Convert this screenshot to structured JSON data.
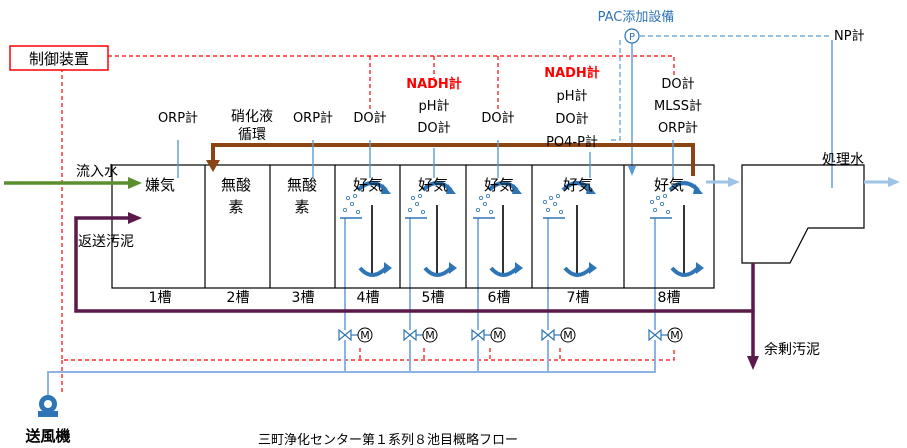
{
  "controller": {
    "label": "制御装置"
  },
  "blower": {
    "label": "送風機",
    "icon": "blower-icon"
  },
  "pac": {
    "label": "PAC添加設備",
    "pump_symbol": "P"
  },
  "np_meter": {
    "label": "NP計"
  },
  "flows": {
    "influent": "流入水",
    "return_sludge": "返送汚泥",
    "nitrified_liquor_line1": "硝化液",
    "nitrified_liquor_line2": "循環",
    "treated_water": "処理水",
    "excess_sludge": "余剰汚泥"
  },
  "tanks": [
    {
      "number": "1槽",
      "type_line1": "嫌気",
      "type_line2": ""
    },
    {
      "number": "2槽",
      "type_line1": "無酸",
      "type_line2": "素"
    },
    {
      "number": "3槽",
      "type_line1": "無酸",
      "type_line2": "素"
    },
    {
      "number": "4槽",
      "type_line1": "好気",
      "type_line2": ""
    },
    {
      "number": "5槽",
      "type_line1": "好気",
      "type_line2": ""
    },
    {
      "number": "6槽",
      "type_line1": "好気",
      "type_line2": ""
    },
    {
      "number": "7槽",
      "type_line1": "好気",
      "type_line2": ""
    },
    {
      "number": "8槽",
      "type_line1": "好気",
      "type_line2": ""
    }
  ],
  "instruments": {
    "tank1": [
      "ORP計"
    ],
    "tank3": [
      "ORP計"
    ],
    "tank4": [
      "DO計"
    ],
    "tank5": [
      "NADH計",
      "pH計",
      "DO計"
    ],
    "tank6": [
      "DO計"
    ],
    "tank7": [
      "NADH計",
      "pH計",
      "DO計",
      "PO4-P計"
    ],
    "tank8": [
      "DO計",
      "MLSS計",
      "ORP計"
    ]
  },
  "valve_motor_symbol": "M",
  "caption": "三町浄化センター第１系列８池目概略フロー",
  "colors": {
    "control_line": "#ff0000",
    "air_pipe": "#8db3e2",
    "recirculation": "#8b4513",
    "sludge": "#5a1a4a",
    "influent": "#5b8f2e",
    "effluent": "#9dc3e6",
    "highlight_text": "#ff0000"
  }
}
